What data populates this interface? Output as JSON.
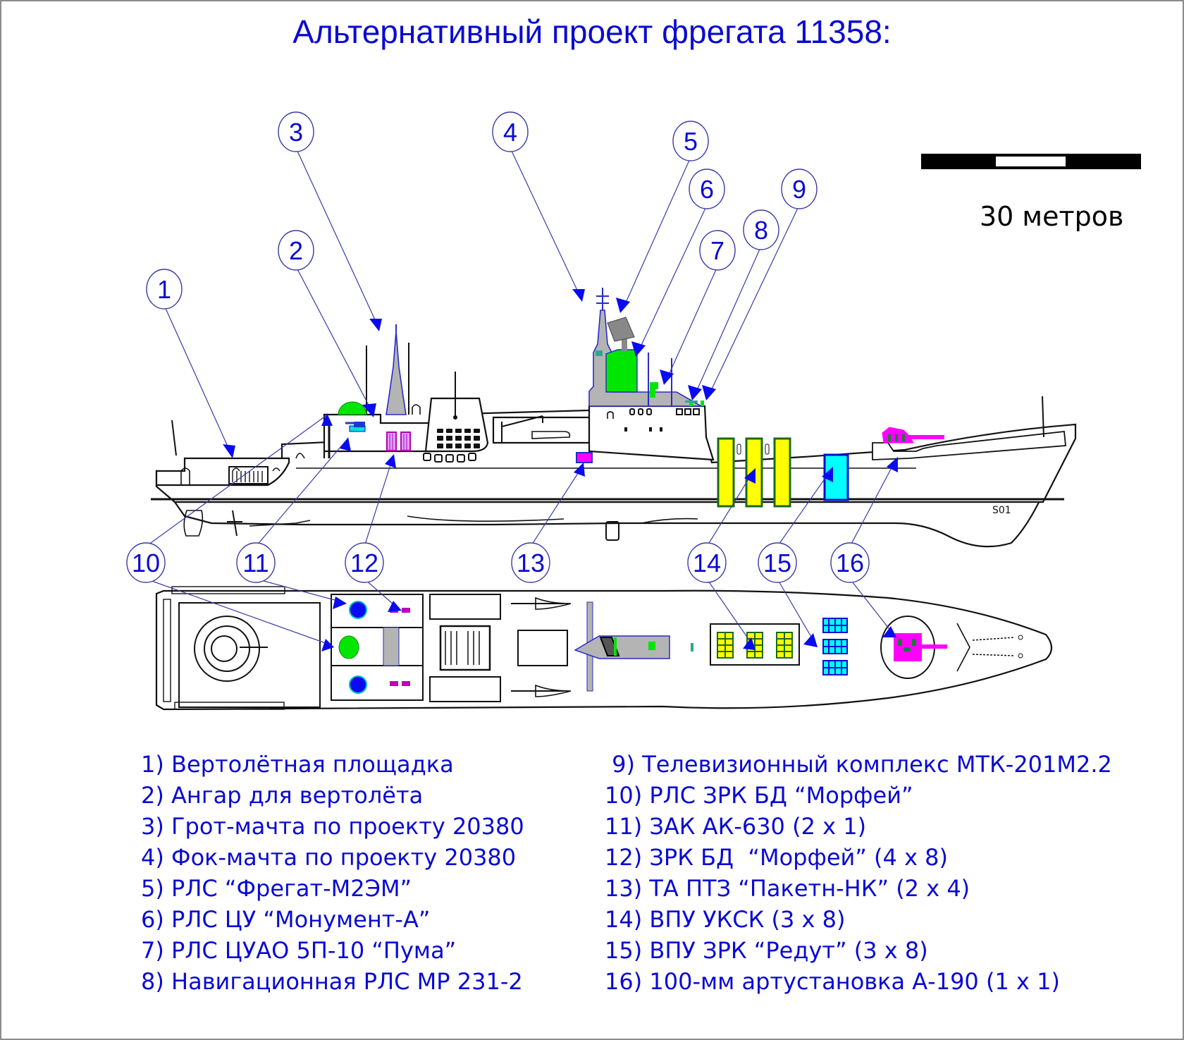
{
  "title": "Альтернативный проект фрегата 11358:",
  "scale": {
    "label": "30 метров",
    "length_m": 30
  },
  "hull_marking": "S01",
  "colors": {
    "text_blue": "#0a0ad2",
    "arrow_blue": "#0a0af0",
    "green_radar": "#00e600",
    "yellow_vls": "#ffff00",
    "cyan_vls": "#00ffff",
    "magenta_weapon": "#ff00ff",
    "superstructure_gray": "#b4b4b4"
  },
  "callouts": [
    {
      "number": "1"
    },
    {
      "number": "2"
    },
    {
      "number": "3"
    },
    {
      "number": "4"
    },
    {
      "number": "5"
    },
    {
      "number": "6"
    },
    {
      "number": "7"
    },
    {
      "number": "8"
    },
    {
      "number": "9"
    },
    {
      "number": "10"
    },
    {
      "number": "11"
    },
    {
      "number": "12"
    },
    {
      "number": "13"
    },
    {
      "number": "14"
    },
    {
      "number": "15"
    },
    {
      "number": "16"
    }
  ],
  "legend": {
    "left": [
      "1) Вертолётная площадка",
      "2) Ангар для вертолёта",
      "3) Грот-мачта по проекту 20380",
      "4) Фок-мачта по проекту 20380",
      "5) РЛС “Фрегат-М2ЭМ”",
      "6) РЛС ЦУ “Монумент-А”",
      "7) РЛС ЦУАО 5П-10 “Пума”",
      "8) Навигационная РЛС МР 231-2"
    ],
    "right": [
      " 9) Телевизионный комплекс МТК-201М2.2",
      "10) РЛС ЗРК БД “Морфей”",
      "11) ЗАК АК-630 (2 х 1)",
      "12) ЗРК БД  “Морфей” (4 х 8)",
      "13) ТА ПТЗ “Пакетн-НК” (2 х 4)",
      "14) ВПУ УКСК (3 х 8)",
      "15) ВПУ ЗРК “Редут” (3 х 8)",
      "16) 100-мм артустановка А-190 (1 х 1)"
    ]
  }
}
